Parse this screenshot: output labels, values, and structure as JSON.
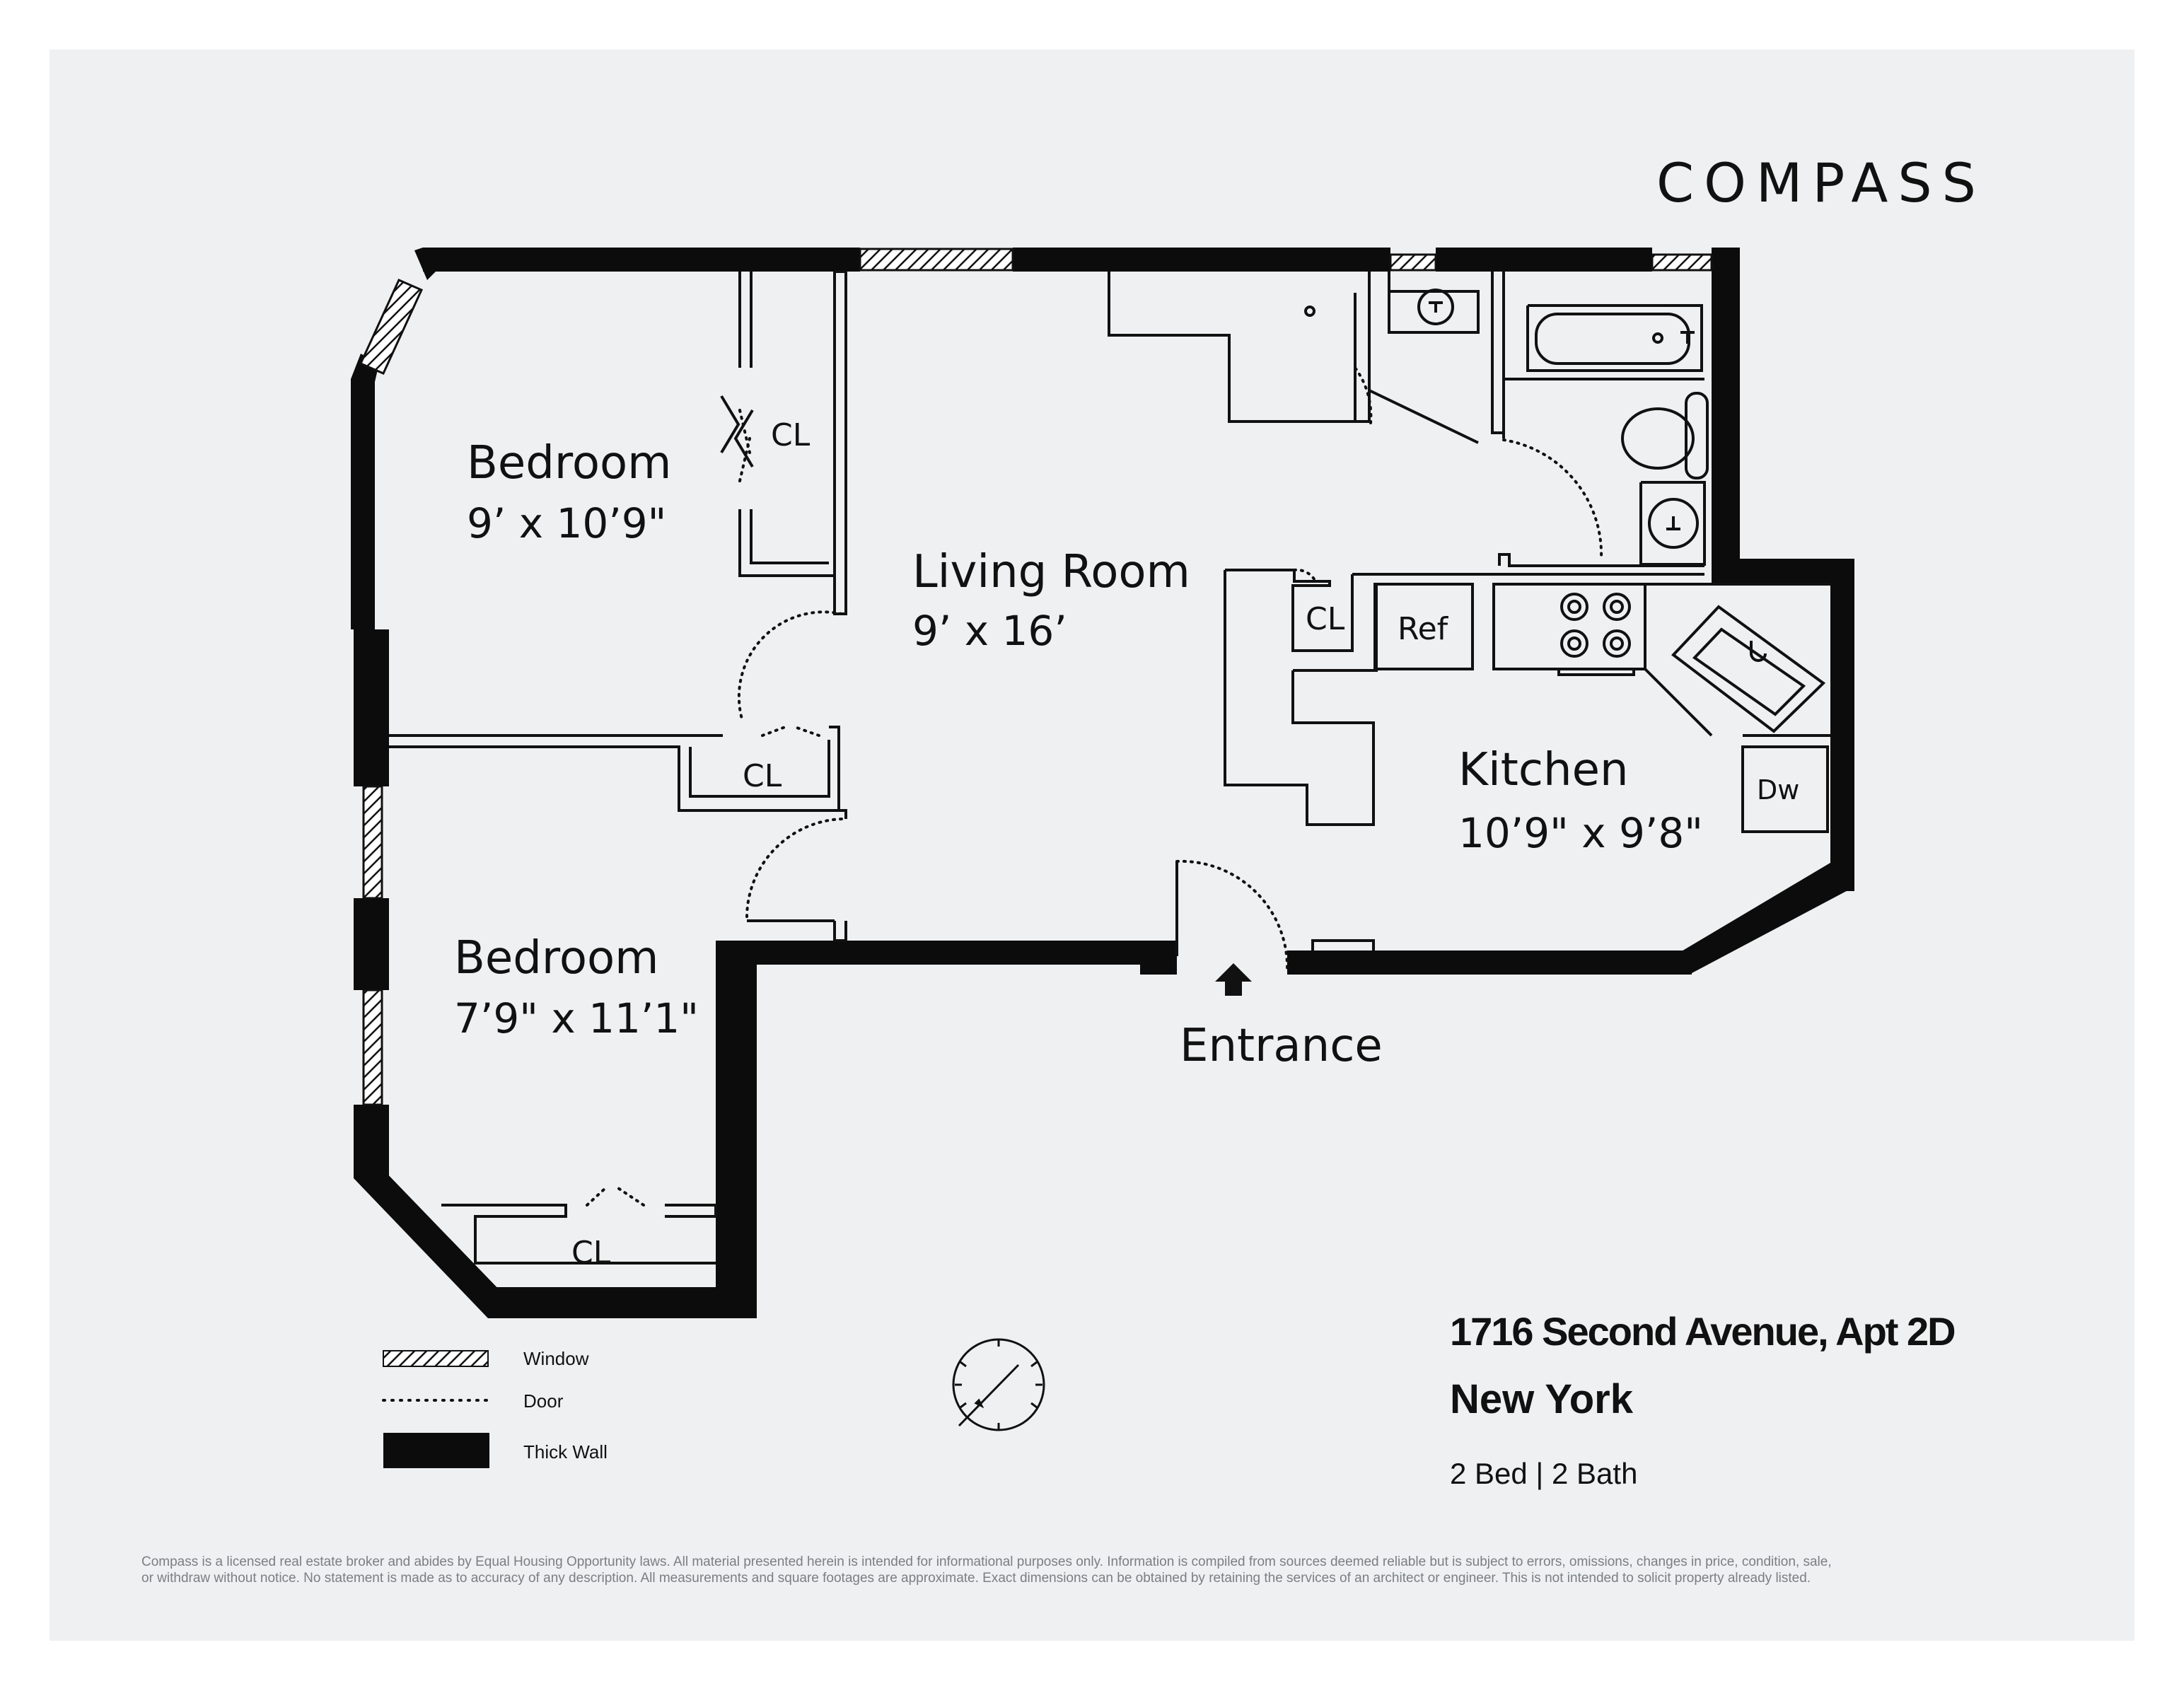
{
  "brand": "COMPASS",
  "rooms": {
    "bedroom1": {
      "name": "Bedroom",
      "dims": "9’ x 10’9\""
    },
    "bedroom2": {
      "name": "Bedroom",
      "dims": "7’9\" x 11’1\""
    },
    "living": {
      "name": "Living Room",
      "dims": "9’ x 16’"
    },
    "kitchen": {
      "name": "Kitchen",
      "dims": "10’9\" x 9’8\""
    }
  },
  "fixtures": {
    "closet": "CL",
    "refrigerator": "Ref",
    "dishwasher": "Dw"
  },
  "entrance_label": "Entrance",
  "legend": {
    "window": "Window",
    "door": "Door",
    "thick_wall": "Thick Wall"
  },
  "listing": {
    "address": "1716 Second Avenue, Apt 2D",
    "city": "New York",
    "beds_baths": "2 Bed | 2 Bath"
  },
  "disclaimer_line1": "Compass is a licensed real estate broker and abides by Equal Housing Opportunity laws. All material presented herein is intended for informational purposes only. Information is compiled from sources deemed reliable but is subject to errors, omissions, changes in price, condition, sale,",
  "disclaimer_line2": "or withdraw without notice. No statement is made as to accuracy of any description. All measurements and square footages are approximate. Exact dimensions can be obtained by retaining the services of an architect or engineer. This is not intended to solicit property already listed.",
  "colors": {
    "background": "#eef0f1",
    "wall": "#0c0c0c",
    "page": "#ffffff"
  },
  "icons": [
    "compass-rose-icon",
    "entrance-arrow-icon",
    "range-burner-icon",
    "toilet-icon",
    "sink-icon",
    "bathtub-icon"
  ]
}
